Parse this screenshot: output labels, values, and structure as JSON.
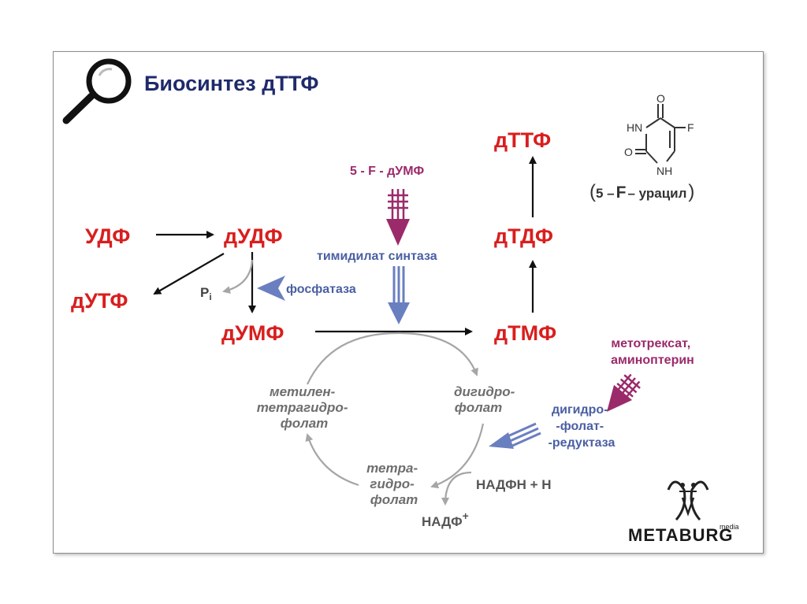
{
  "title": "Биосинтез дТТФ",
  "metabolites": {
    "udf": "УДФ",
    "dudf": "дУДФ",
    "dutf": "дУТФ",
    "dumf": "дУМФ",
    "dtmf": "дТМФ",
    "dtdf": "дТДФ",
    "dttf": "дТТФ"
  },
  "pi_main": "P",
  "pi_sub": "i",
  "inhibitors": {
    "fdump": "5 - F - дУМФ",
    "methotrexate_line1": "метотрексат,",
    "methotrexate_line2": "аминоптерин"
  },
  "enzymes": {
    "thymidylate_synthase": "тимидилат синтаза",
    "phosphatase": "фосфатаза",
    "dhfr_line1": "дигидро-",
    "dhfr_line2": "-фолат-",
    "dhfr_line3": "-редуктаза"
  },
  "folates": {
    "methylene_line1": "метилен-",
    "methylene_line2": "тетрагидро-",
    "methylene_line3": "фолат",
    "dihydro_line1": "дигидро-",
    "dihydro_line2": "фолат",
    "tetra_line1": "тетра-",
    "tetra_line2": "гидро-",
    "tetra_line3": "фолат"
  },
  "cofactors": {
    "nadph": "НАДФН + Н",
    "nadp": "НАДФ",
    "nadp_charge": "+"
  },
  "structure": {
    "hn": "HN",
    "o_top": "O",
    "f": "F",
    "o_left": "O",
    "nh": "NH",
    "caption_open": "(",
    "caption_5": "5 –",
    "caption_f": "F",
    "caption_rest": "– урацил",
    "caption_close": ")"
  },
  "logo": {
    "brand": "METABURG",
    "sub": "media"
  },
  "colors": {
    "red": "#d91e1e",
    "purple": "#9b2a6a",
    "blue": "#6a7fc0",
    "gray": "#a6a6a6",
    "title": "#1f2a6b"
  },
  "icons": [
    "magnifier-icon"
  ]
}
